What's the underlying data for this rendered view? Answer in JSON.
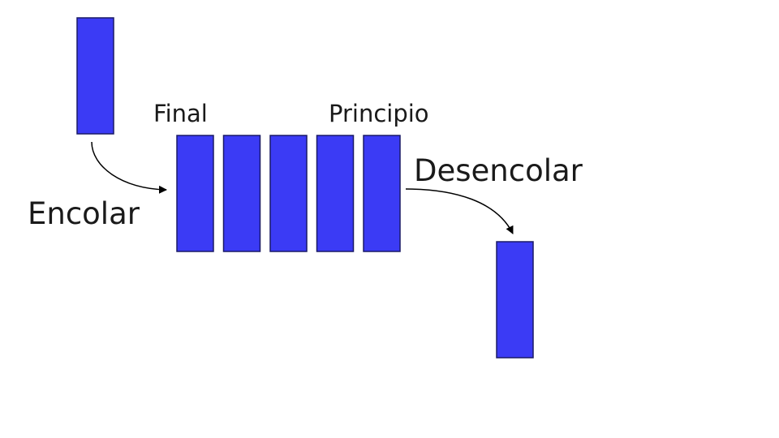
{
  "labels": {
    "rear": "Final",
    "front": "Principio",
    "enqueue": "Encolar",
    "dequeue": "Desencolar"
  },
  "queue": {
    "element_count": 5
  },
  "colors": {
    "element_fill": "#3b3bf5",
    "element_stroke": "#1a1a66",
    "arrow": "#000000",
    "text": "#1a1a1a",
    "background": "#ffffff"
  }
}
